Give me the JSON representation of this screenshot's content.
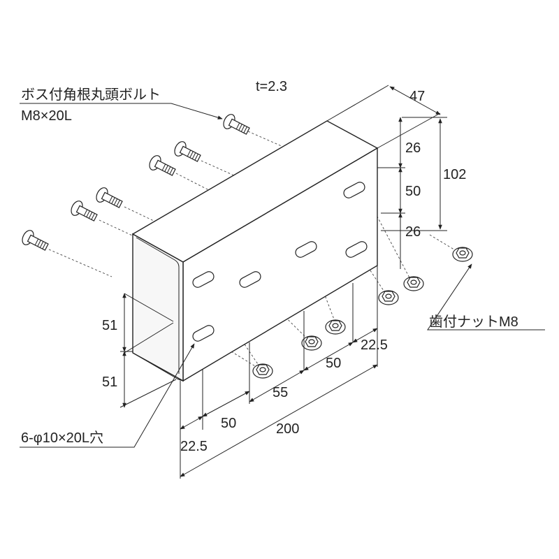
{
  "thickness": "t=2.3",
  "bolt_label": {
    "line1": "ボス付角根丸頭ボルト",
    "line2": "M8×20L"
  },
  "nut_label": "歯付ナットM8",
  "hole_label": "6-φ10×20L穴",
  "dimensions": {
    "d47": "47",
    "d102": "102",
    "d26a": "26",
    "d50v": "50",
    "d26b": "26",
    "d51a": "51",
    "d51b": "51",
    "d22_5a": "22.5",
    "d50a": "50",
    "d55": "55",
    "d50b": "50",
    "d22_5b": "22.5",
    "d200": "200"
  }
}
